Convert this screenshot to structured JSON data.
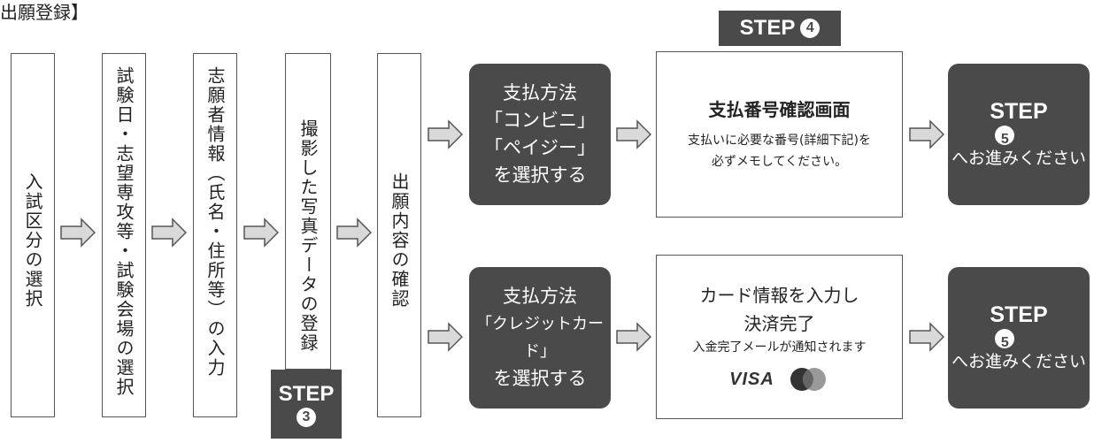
{
  "title": "出願登録】",
  "flow": {
    "box1": "入試区分の選択",
    "box2": "試験日・志望専攻等・試験会場の選択",
    "box3": "志願者情報（氏名・住所等）の入力",
    "box4": "撮影した写真データの登録",
    "box5": "出願内容の確認"
  },
  "step3": {
    "label": "STEP",
    "num": "3"
  },
  "step4": {
    "label": "STEP",
    "num": "4"
  },
  "conv": {
    "line1": "支払方法",
    "line2": "「コンビニ」",
    "line3": "「ペイジー」",
    "line4": "を選択する"
  },
  "confirm": {
    "title": "支払番号確認画面",
    "line1": "支払いに必要な番号(詳細下記)を",
    "line2": "必ずメモしてください。"
  },
  "credit": {
    "line1": "支払方法",
    "line2": "「クレジットカード」",
    "line3": "を選択する"
  },
  "card": {
    "title1": "カード情報を入力し",
    "title2": "決済完了",
    "note": "入金完了メールが通知されます",
    "visa": "VISA"
  },
  "step5": {
    "label": "STEP",
    "num": "5",
    "sub": "へお進みください"
  },
  "colors": {
    "dark": "#4a4a4a",
    "border": "#555555",
    "arrow_fill": "#d9d9d9",
    "arrow_stroke": "#555555"
  }
}
